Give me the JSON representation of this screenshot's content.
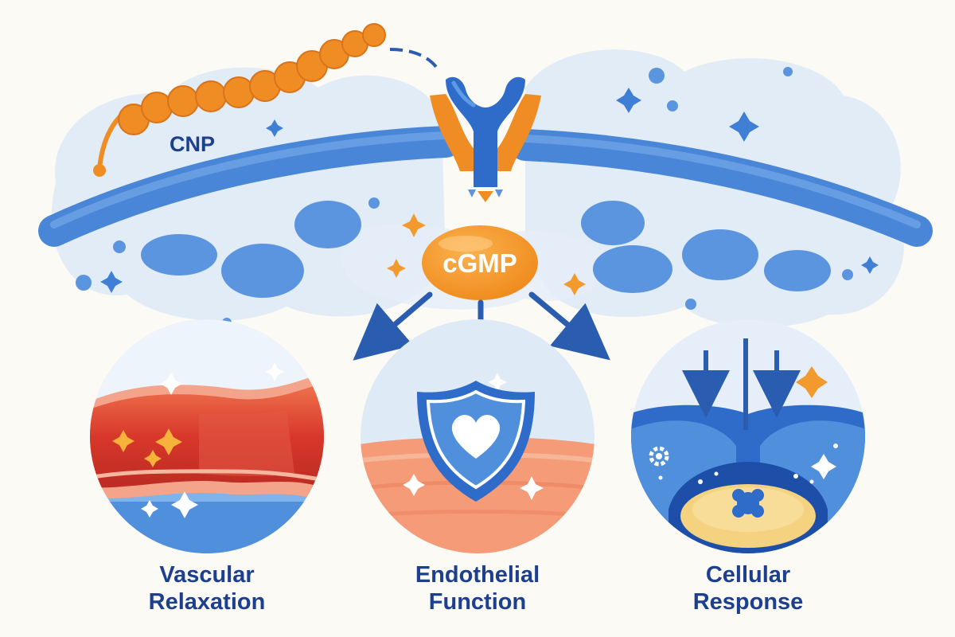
{
  "diagram": {
    "ligand_label": "CNP",
    "messenger_label": "cGMP",
    "outcomes": [
      {
        "line1": "Vascular",
        "line2": "Relaxation",
        "icon": "blood-vessel-icon"
      },
      {
        "line1": "Endothelial",
        "line2": "Function",
        "icon": "shield-heart-icon"
      },
      {
        "line1": "Cellular",
        "line2": "Response",
        "icon": "cell-nucleus-icon"
      }
    ]
  },
  "colors": {
    "membrane": "#4a86d8",
    "ligand": "#f08c24",
    "messenger": "#f29a2e",
    "arrow": "#2a5db0",
    "label": "#1c3f8f",
    "vessel": "#d8372a"
  }
}
